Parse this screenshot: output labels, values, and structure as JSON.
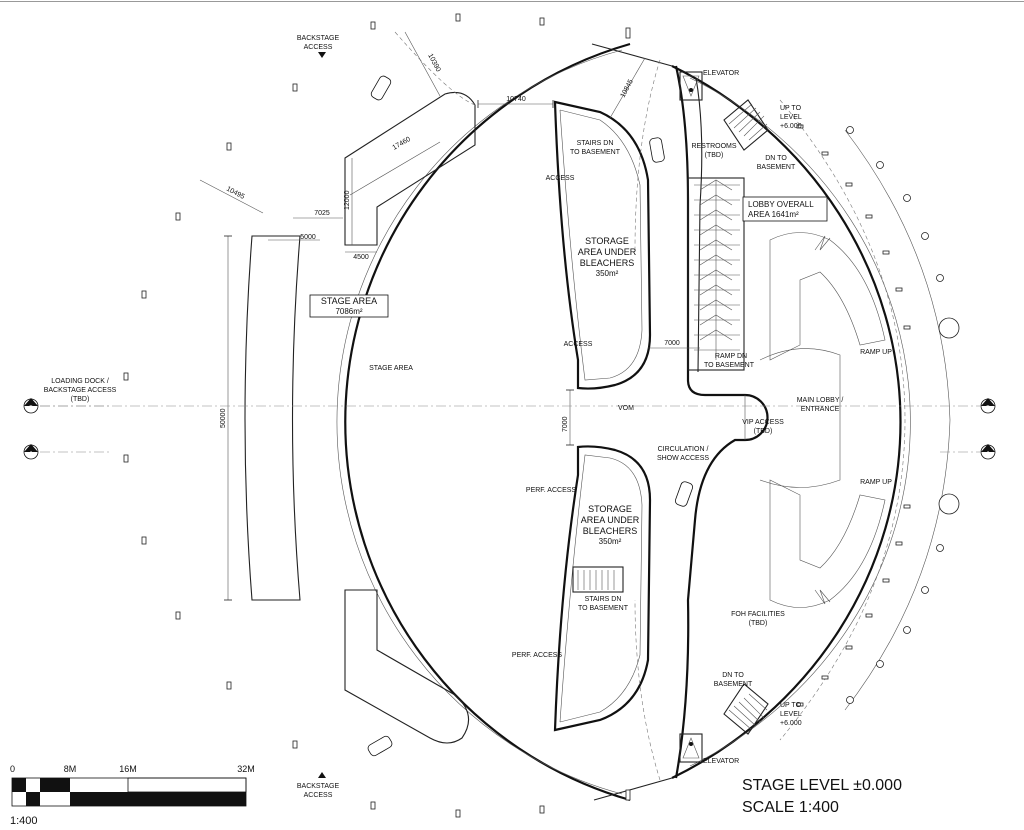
{
  "labels": {
    "backstage_access_top_1": "BACKSTAGE",
    "backstage_access_top_2": "ACCESS",
    "backstage_access_bottom_1": "BACKSTAGE",
    "backstage_access_bottom_2": "ACCESS",
    "elevator_top": "ELEVATOR",
    "elevator_bottom": "ELEVATOR",
    "up_level_top_1": "UP TO",
    "up_level_top_2": "LEVEL",
    "up_level_top_3": "+6.000",
    "up_level_bottom_1": "UP TO",
    "up_level_bottom_2": "LEVEL",
    "up_level_bottom_3": "+6.000",
    "dn_basement_top_1": "DN TO",
    "dn_basement_top_2": "BASEMENT",
    "dn_basement_bottom_1": "DN TO",
    "dn_basement_bottom_2": "BASEMENT",
    "restrooms_1": "RESTROOMS",
    "restrooms_2": "(TBD)",
    "lobby_area_1": "LOBBY OVERALL",
    "lobby_area_2": "AREA 1641m²",
    "stairs_dn_top_1": "STAIRS DN",
    "stairs_dn_top_2": "TO BASEMENT",
    "stairs_dn_bottom_1": "STAIRS DN",
    "stairs_dn_bottom_2": "TO BASEMENT",
    "access_1": "ACCESS",
    "access_2": "ACCESS",
    "storage_top_1": "STORAGE",
    "storage_top_2": "AREA UNDER",
    "storage_top_3": "BLEACHERS",
    "storage_top_4": "350m²",
    "storage_bottom_1": "STORAGE",
    "storage_bottom_2": "AREA UNDER",
    "storage_bottom_3": "BLEACHERS",
    "storage_bottom_4": "350m²",
    "stage_area_box_1": "STAGE AREA",
    "stage_area_box_2": "7086m²",
    "stage_area": "STAGE AREA",
    "ramp_dn_1": "RAMP DN",
    "ramp_dn_2": "TO BASEMENT",
    "ramp_up_top": "RAMP UP",
    "ramp_up_bottom": "RAMP UP",
    "main_lobby_1": "MAIN LOBBY /",
    "main_lobby_2": "ENTRANCE",
    "vip_access_1": "VIP ACCESS",
    "vip_access_2": "(TBD)",
    "vom": "VOM",
    "circulation_1": "CIRCULATION /",
    "circulation_2": "SHOW ACCESS",
    "loading_dock_1": "LOADING DOCK /",
    "loading_dock_2": "BACKSTAGE ACCESS",
    "loading_dock_3": "(TBD)",
    "perf_access_1": "PERF. ACCESS",
    "perf_access_2": "PERF. ACCESS",
    "foh_1": "FOH FACILITIES",
    "foh_2": "(TBD)",
    "section_b": "B",
    "section_a": "A"
  },
  "dimensions": {
    "d_10390": "10390",
    "d_10740": "10740",
    "d_10845": "10845",
    "d_17460": "17460",
    "d_12000": "12000",
    "d_10495": "10495",
    "d_7025": "7025",
    "d_5000": "5000",
    "d_4500": "4500",
    "d_50000": "50000",
    "d_7000_h": "7000",
    "d_7000_v": "7000"
  },
  "title_block": {
    "stage_level": "STAGE LEVEL ±0.000",
    "scale": "SCALE  1:400"
  },
  "scale_bar": {
    "tick_0": "0",
    "tick_8": "8M",
    "tick_16": "16M",
    "tick_32": "32M",
    "ratio": "1:400"
  }
}
